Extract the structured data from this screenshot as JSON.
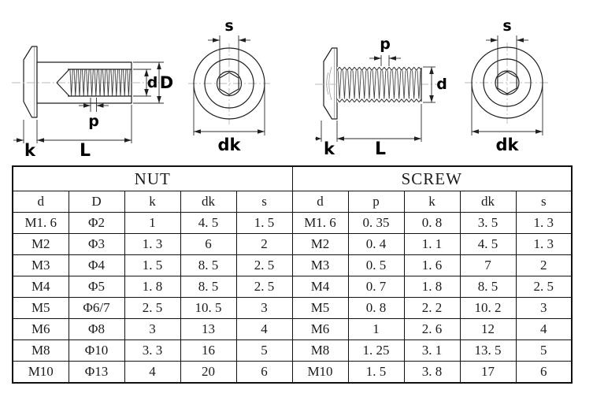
{
  "diagrams": {
    "nut_side": {
      "d": "d",
      "D": "D",
      "p": "p",
      "k": "k",
      "L": "L"
    },
    "nut_front": {
      "s": "s",
      "dk": "dk"
    },
    "screw_side": {
      "p": "p",
      "d": "d",
      "k": "k",
      "L": "L"
    },
    "screw_front": {
      "s": "s",
      "dk": "dk"
    }
  },
  "table": {
    "groups": [
      {
        "label": "NUT",
        "columns": [
          "d",
          "D",
          "k",
          "dk",
          "s"
        ]
      },
      {
        "label": "SCREW",
        "columns": [
          "d",
          "p",
          "k",
          "dk",
          "s"
        ]
      }
    ],
    "nut_rows": [
      [
        "M1. 6",
        "Φ2",
        "1",
        "4. 5",
        "1. 5"
      ],
      [
        "M2",
        "Φ3",
        "1. 3",
        "6",
        "2"
      ],
      [
        "M3",
        "Φ4",
        "1. 5",
        "8. 5",
        "2. 5"
      ],
      [
        "M4",
        "Φ5",
        "1. 8",
        "8. 5",
        "2. 5"
      ],
      [
        "M5",
        "Φ6/7",
        "2. 5",
        "10. 5",
        "3"
      ],
      [
        "M6",
        "Φ8",
        "3",
        "13",
        "4"
      ],
      [
        "M8",
        "Φ10",
        "3. 3",
        "16",
        "5"
      ],
      [
        "M10",
        "Φ13",
        "4",
        "20",
        "6"
      ]
    ],
    "screw_rows": [
      [
        "M1. 6",
        "0. 35",
        "0. 8",
        "3. 5",
        "1. 3"
      ],
      [
        "M2",
        "0. 4",
        "1. 1",
        "4. 5",
        "1. 3"
      ],
      [
        "M3",
        "0. 5",
        "1. 6",
        "7",
        "2"
      ],
      [
        "M4",
        "0. 7",
        "1. 8",
        "8. 5",
        "2. 5"
      ],
      [
        "M5",
        "0. 8",
        "2. 2",
        "10. 2",
        "3"
      ],
      [
        "M6",
        "1",
        "2. 6",
        "12",
        "4"
      ],
      [
        "M8",
        "1. 25",
        "3. 1",
        "13. 5",
        "5"
      ],
      [
        "M10",
        "1. 5",
        "3. 8",
        "17",
        "6"
      ]
    ]
  }
}
